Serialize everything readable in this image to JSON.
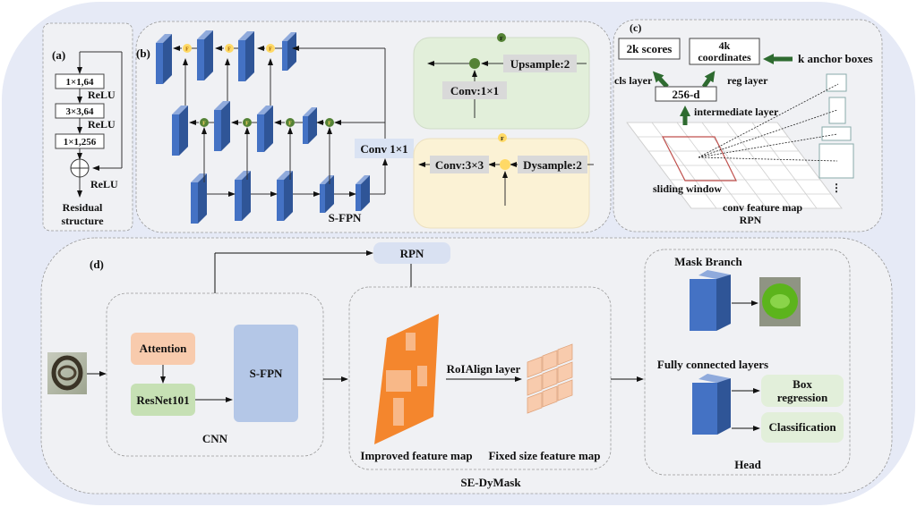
{
  "panel_a": {
    "label": "(a)",
    "layers": [
      "1×1,64",
      "3×3,64",
      "1×1,256"
    ],
    "activations": [
      "ReLU",
      "ReLU",
      "ReLU"
    ],
    "caption_line1": "Residual",
    "caption_line2": "structure"
  },
  "panel_b": {
    "label": "(b)",
    "conv_label": "Conv 1×1",
    "caption": "S-FPN",
    "fusion_symbol": "F",
    "green_block": {
      "marker": "F",
      "upsample": "Upsample:2",
      "conv": "Conv:1×1"
    },
    "yellow_block": {
      "marker": "F",
      "dysample": "Dysample:2",
      "conv": "Conv:3×3"
    }
  },
  "panel_c": {
    "label": "(c)",
    "scores": "2k scores",
    "coords_line1": "4k",
    "coords_line2": "coordinates",
    "anchor_boxes": "k anchor boxes",
    "cls_layer": "cls layer",
    "reg_layer": "reg layer",
    "dim": "256-d",
    "intermediate": "intermediate layer",
    "sliding_window": "sliding window",
    "feature_map": "conv feature map",
    "caption": "RPN",
    "ellipsis": "⋮"
  },
  "panel_d": {
    "label": "(d)",
    "rpn": "RPN",
    "cnn": {
      "attention": "Attention",
      "backbone": "ResNet101",
      "fpn": "S-FPN",
      "caption": "CNN"
    },
    "mid": {
      "roialign": "RoIAlign layer",
      "improved": "Improved feature map",
      "fixed": "Fixed size feature map"
    },
    "caption": "SE-DyMask",
    "head": {
      "mask_branch": "Mask Branch",
      "fc_layers": "Fully connected layers",
      "box_line1": "Box",
      "box_line2": "regression",
      "classification": "Classification",
      "caption": "Head"
    }
  },
  "colors": {
    "outer_bg": "#e6eaf6",
    "panel_bg": "#f0f1f4",
    "block_blue": "#4472c4",
    "fuse_yellow": "#ffd966",
    "fuse_green": "#548235",
    "green_panel": "#e2efda",
    "yellow_panel": "#fbf2d5",
    "attention": "#f8cbad",
    "resnet": "#c6e0b4",
    "sfpn": "#b4c7e7",
    "rpn": "#d9e1f2",
    "feature_orange": "#f4862d",
    "arrow_green": "#2e6b30"
  }
}
